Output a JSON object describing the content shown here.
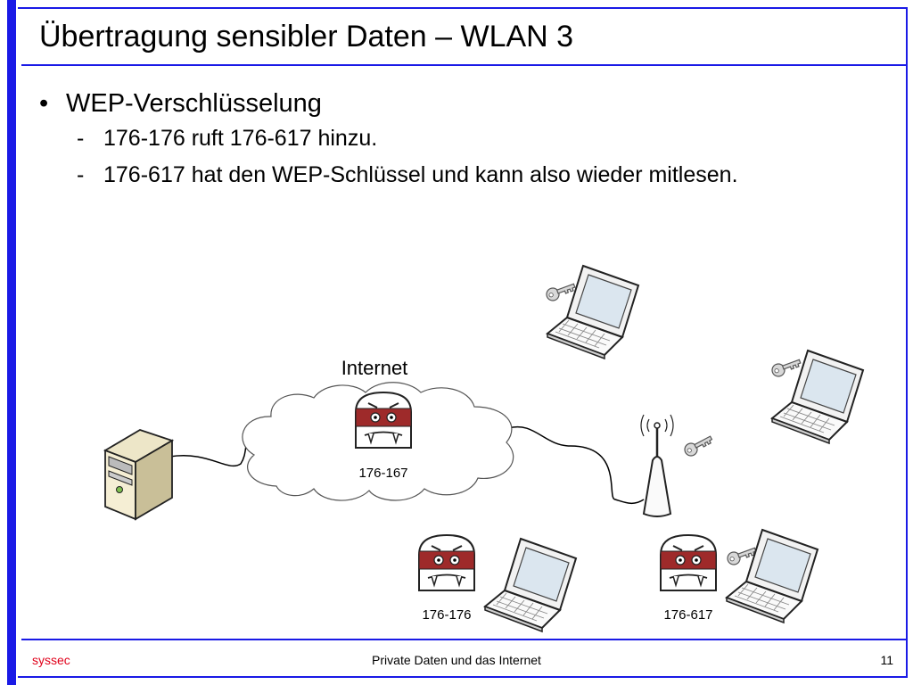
{
  "slide": {
    "title": "Übertragung sensibler Daten – WLAN  3",
    "bullet": "WEP-Verschlüsselung",
    "bullet_marker": "•",
    "sub_marker": "-",
    "subs": [
      "176-176 ruft 176-617 hinzu.",
      "176-617 hat den WEP-Schlüssel und kann also wieder mitlesen."
    ]
  },
  "diagram": {
    "cloud_label": "Internet",
    "vampires": [
      "176-167",
      "176-176",
      "176-617"
    ]
  },
  "footer": {
    "left": "syssec",
    "center": "Private Daten und das Internet",
    "page": "11"
  },
  "colors": {
    "accent": "#1a1ae6",
    "footer_left": "#e0001a",
    "mask": "#9e2a2a"
  }
}
